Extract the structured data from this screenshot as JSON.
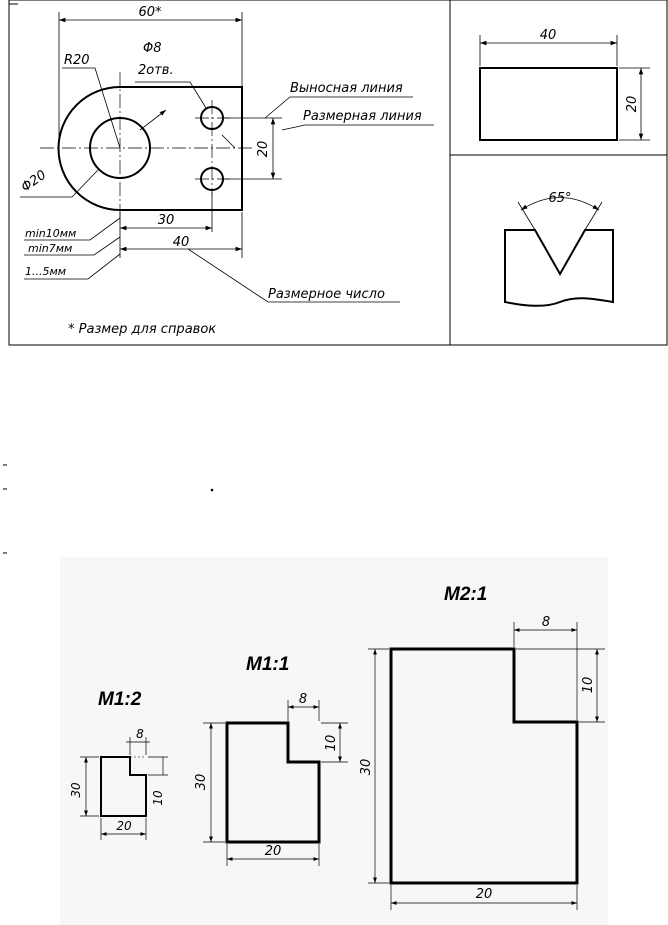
{
  "top_figure": {
    "dim_60": "60*",
    "radius": "R20",
    "hole_diameter": "Φ8",
    "hole_count": "2отв.",
    "diameter_20": "Φ20",
    "dim_20_vertical": "20",
    "dim_30": "30",
    "dim_40": "40",
    "label_extension_line": "Выносная линия",
    "label_dimension_line": "Размерная линия",
    "label_dimension_number": "Размерное число",
    "gap_min10": "min10мм",
    "gap_min7": "min7мм",
    "gap_1_5": "1...5мм",
    "footnote": "*  Размер для справок"
  },
  "rect_panel": {
    "width_label": "40",
    "height_label": "20"
  },
  "angle_panel": {
    "angle_label": "65°"
  },
  "scales": [
    {
      "title": "M1:2",
      "dim_width": "20",
      "dim_height": "30",
      "dim_notch_width": "8",
      "dim_notch_height": "10"
    },
    {
      "title": "M1:1",
      "dim_width": "20",
      "dim_height": "30",
      "dim_notch_width": "8",
      "dim_notch_height": "10"
    },
    {
      "title": "M2:1",
      "dim_width": "20",
      "dim_height": "30",
      "dim_notch_width": "8",
      "dim_notch_height": "10"
    }
  ]
}
